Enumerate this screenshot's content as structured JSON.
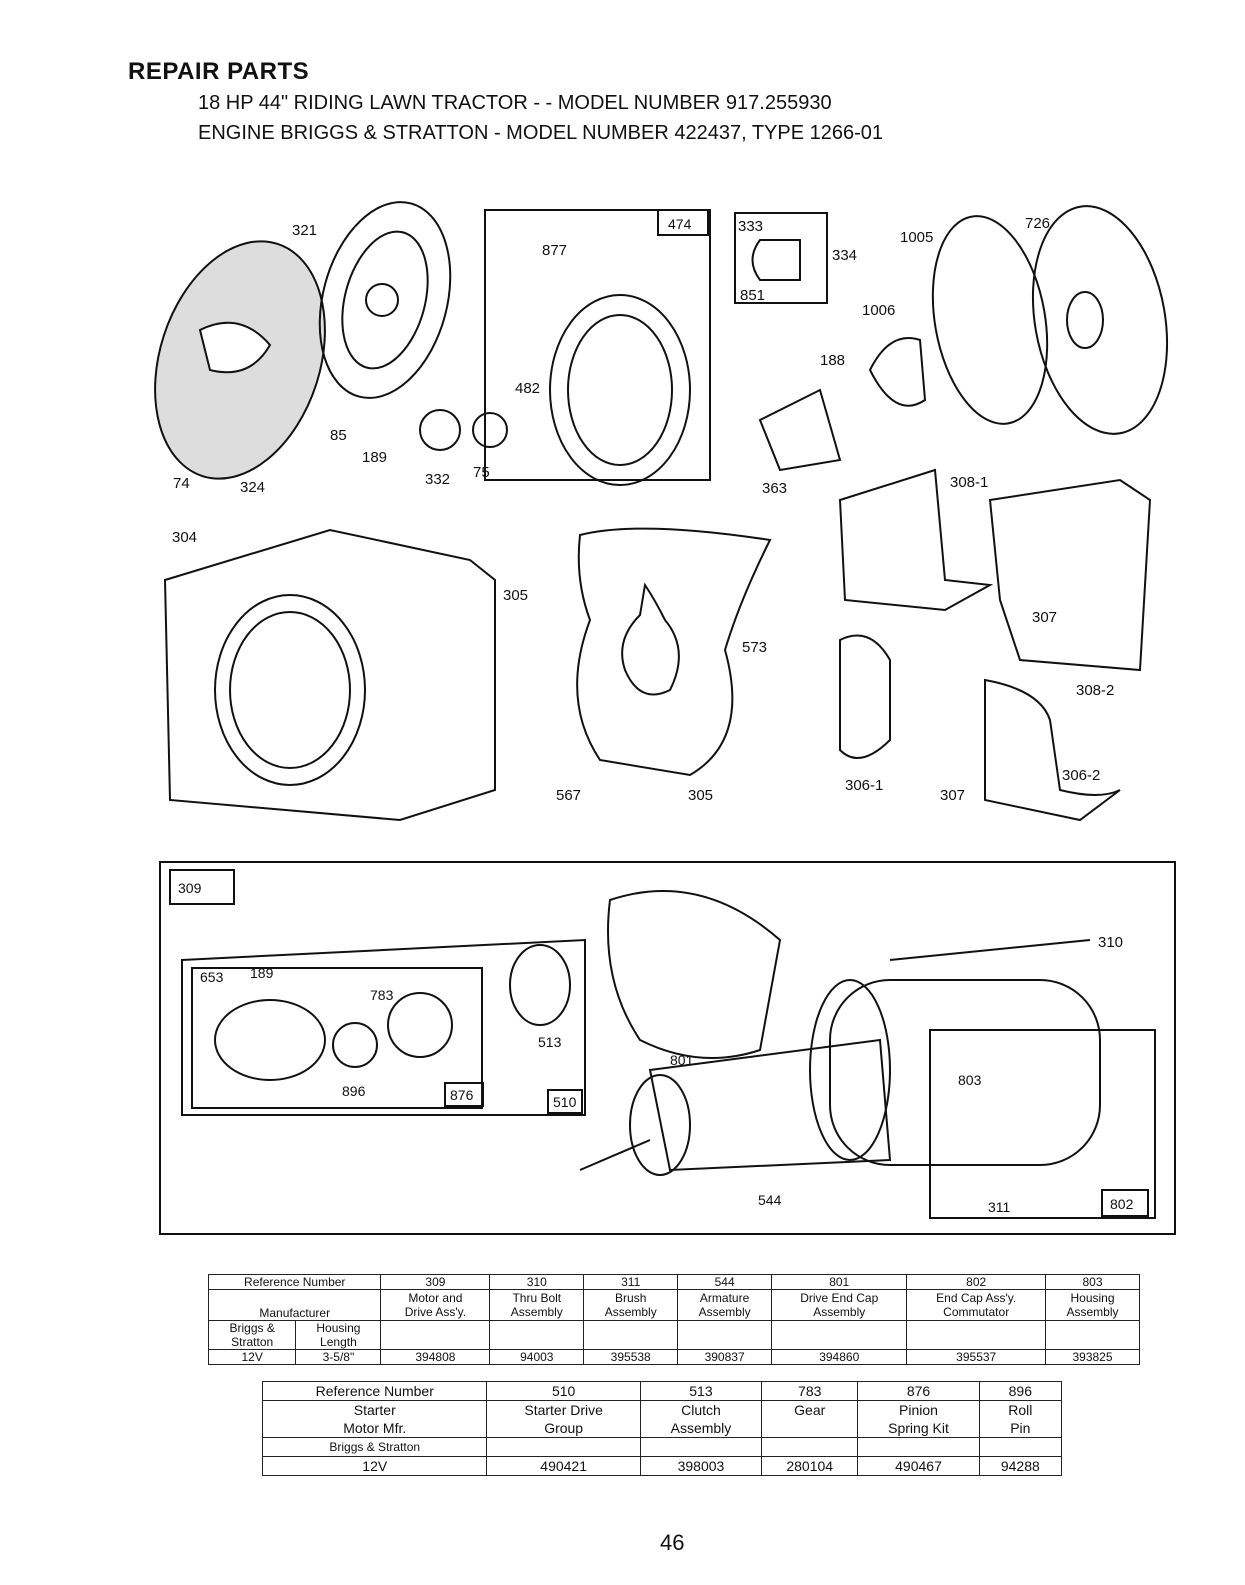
{
  "header": {
    "title": "REPAIR PARTS",
    "line1": "18 HP 44\" RIDING LAWN TRACTOR - - MODEL NUMBER 917.255930",
    "line2": "ENGINE BRIGGS & STRATTON - MODEL NUMBER 422437, TYPE 1266-01"
  },
  "callouts": {
    "c321": "321",
    "c474": "474",
    "c877": "877",
    "c333": "333",
    "c334": "334",
    "c1005": "1005",
    "c726": "726",
    "c851": "851",
    "c1006": "1006",
    "c188": "188",
    "c482": "482",
    "c85": "85",
    "c189a": "189",
    "c332": "332",
    "c75": "75",
    "c74": "74",
    "c324": "324",
    "c363": "363",
    "c308_1": "308-1",
    "c304": "304",
    "c305a": "305",
    "c573": "573",
    "c307a": "307",
    "c308_2": "308-2",
    "c306_1": "306-1",
    "c306_2": "306-2",
    "c307b": "307",
    "c567": "567",
    "c305b": "305",
    "c309": "309",
    "c310": "310",
    "c653": "653",
    "c189b": "189",
    "c783": "783",
    "c513": "513",
    "c801": "801",
    "c896": "896",
    "c876": "876",
    "c510": "510",
    "c803": "803",
    "c544": "544",
    "c311": "311",
    "c802": "802"
  },
  "table1": {
    "ref_label": "Reference Number",
    "mfr_label": "Manufacturer",
    "col_a": "Briggs &\nStratton",
    "col_b": "Housing\nLength",
    "row_a": "12V",
    "row_b": "3-5/8\"",
    "cols": [
      {
        "ref": "309",
        "desc": "Motor and\nDrive Ass'y.",
        "part": "394808"
      },
      {
        "ref": "310",
        "desc": "Thru Bolt\nAssembly",
        "part": "94003"
      },
      {
        "ref": "311",
        "desc": "Brush\nAssembly",
        "part": "395538"
      },
      {
        "ref": "544",
        "desc": "Armature\nAssembly",
        "part": "390837"
      },
      {
        "ref": "801",
        "desc": "Drive End Cap\nAssembly",
        "part": "394860"
      },
      {
        "ref": "802",
        "desc": "End Cap Ass'y.\nCommutator",
        "part": "395537"
      },
      {
        "ref": "803",
        "desc": "Housing\nAssembly",
        "part": "393825"
      }
    ]
  },
  "table2": {
    "ref_label": "Reference Number",
    "mfr_label": "Starter\nMotor Mfr.",
    "brand": "Briggs & Stratton",
    "voltage": "12V",
    "cols": [
      {
        "ref": "510",
        "desc": "Starter Drive\nGroup",
        "part": "490421"
      },
      {
        "ref": "513",
        "desc": "Clutch\nAssembly",
        "part": "398003"
      },
      {
        "ref": "783",
        "desc": "Gear",
        "part": "280104"
      },
      {
        "ref": "876",
        "desc": "Pinion\nSpring Kit",
        "part": "490467"
      },
      {
        "ref": "896",
        "desc": "Roll\nPin",
        "part": "94288"
      }
    ]
  },
  "page_number": "46"
}
